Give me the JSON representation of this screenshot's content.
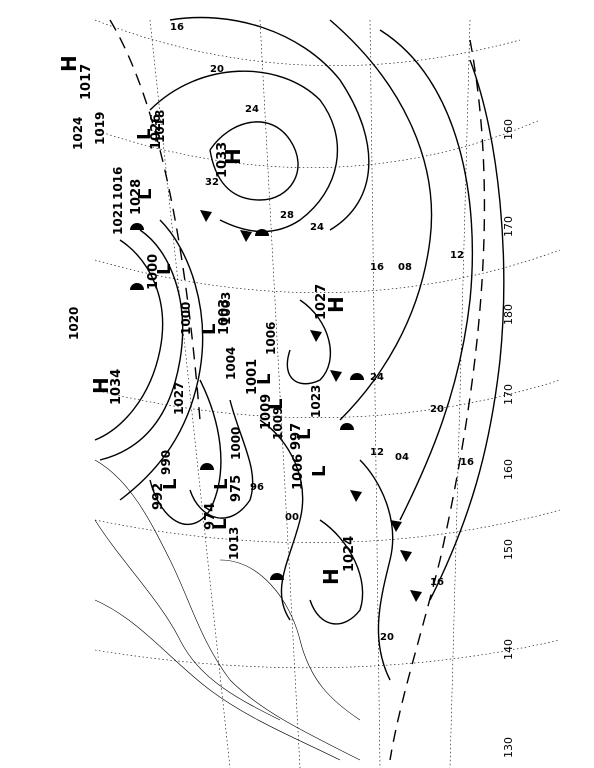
{
  "map": {
    "longitude_labels": [
      "130",
      "140",
      "150",
      "160",
      "170",
      "180",
      "170",
      "160"
    ],
    "highs": [
      {
        "letter": "H",
        "pressure": "1033"
      },
      {
        "letter": "H",
        "pressure": "1027"
      },
      {
        "letter": "H",
        "pressure": "1024"
      },
      {
        "letter": "H",
        "pressure": "1034"
      },
      {
        "letter": "H",
        "pressure": "1017"
      }
    ],
    "lows": [
      {
        "letter": "L",
        "pressure": "975"
      },
      {
        "letter": "L",
        "pressure": "992"
      },
      {
        "letter": "L",
        "pressure": "974"
      },
      {
        "letter": "L",
        "pressure": "1000"
      },
      {
        "letter": "L",
        "pressure": "1009"
      },
      {
        "letter": "L",
        "pressure": "1001"
      },
      {
        "letter": "L",
        "pressure": "1006"
      },
      {
        "letter": "L",
        "pressure": "997"
      },
      {
        "letter": "L",
        "pressure": "1003"
      },
      {
        "letter": "L",
        "pressure": "1028"
      },
      {
        "letter": "L",
        "pressure": "1026"
      }
    ],
    "isobar_labels": [
      "1024",
      "1019",
      "1018",
      "1016",
      "1021",
      "1020",
      "1013",
      "1000",
      "1006",
      "1027",
      "1023",
      "1004",
      "990",
      "1000",
      "1003",
      "1009"
    ],
    "contour_values": [
      "16",
      "20",
      "24",
      "28",
      "32",
      "12",
      "08",
      "04",
      "00",
      "96"
    ],
    "colors": {
      "ink": "#000000",
      "paper": "#ffffff"
    }
  }
}
